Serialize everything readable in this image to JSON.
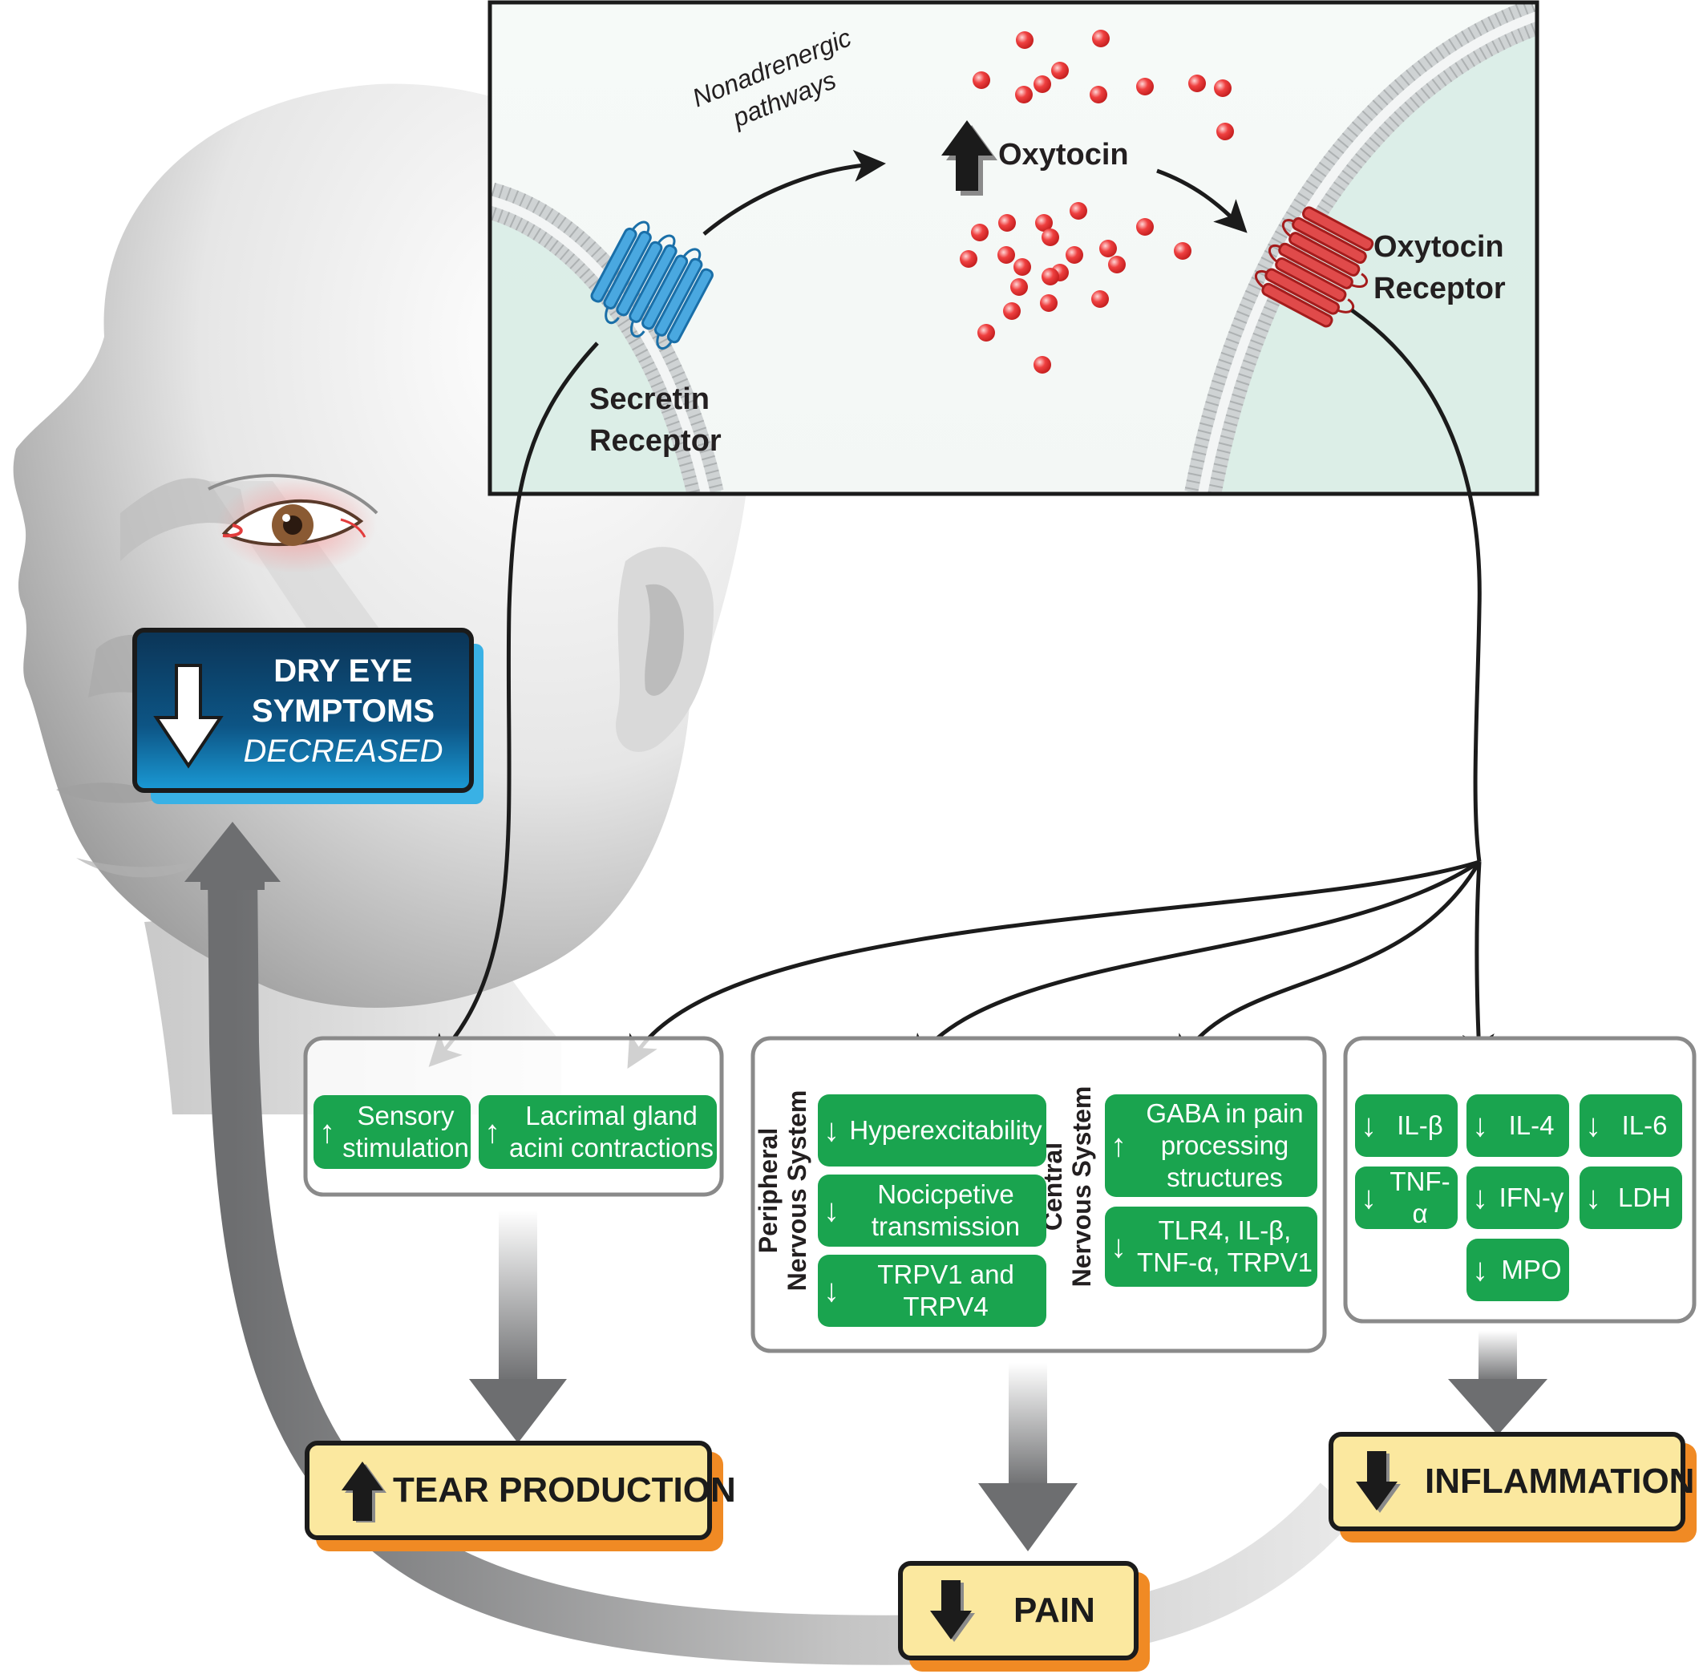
{
  "top_panel": {
    "pathway_line1": "Nonadrenergic",
    "pathway_line2": "pathways",
    "oxytocin": "Oxytocin",
    "secretin_line1": "Secretin",
    "secretin_line2": "Receptor",
    "oxytocin_receptor_line1": "Oxytocin",
    "oxytocin_receptor_line2": "Receptor"
  },
  "dry_eye": {
    "line1": "DRY EYE",
    "line2": "SYMPTOMS",
    "line3": "DECREASED"
  },
  "tear_group": {
    "items": [
      {
        "arrow": "up",
        "text": "Sensory\nstimulation"
      },
      {
        "arrow": "up",
        "text": "Lacrimal gland\nacini contractions"
      }
    ]
  },
  "nervous_group": {
    "peripheral_label": "Peripheral\nNervous System",
    "central_label": "Central\nNervous System",
    "peripheral_items": [
      {
        "arrow": "down",
        "text": "Hyperexcitability"
      },
      {
        "arrow": "down",
        "text": "Nocicpetive\ntransmission"
      },
      {
        "arrow": "down",
        "text": "TRPV1 and\nTRPV4"
      }
    ],
    "central_items": [
      {
        "arrow": "up",
        "text": "GABA in pain\nprocessing\nstructures"
      },
      {
        "arrow": "down",
        "text": "TLR4, IL-β,\nTNF-α, TRPV1"
      }
    ]
  },
  "inflammation_group": {
    "items": [
      {
        "arrow": "down",
        "text": "IL-β"
      },
      {
        "arrow": "down",
        "text": "IL-4"
      },
      {
        "arrow": "down",
        "text": "IL-6"
      },
      {
        "arrow": "down",
        "text": "TNF-α"
      },
      {
        "arrow": "down",
        "text": "IFN-γ"
      },
      {
        "arrow": "down",
        "text": "LDH"
      },
      {
        "arrow": "down",
        "text": "MPO"
      }
    ]
  },
  "outcomes": {
    "tear": {
      "arrow": "up",
      "label": "TEAR PRODUCTION"
    },
    "pain": {
      "arrow": "down",
      "label": "PAIN"
    },
    "inflammation": {
      "arrow": "down",
      "label": "INFLAMMATION"
    }
  },
  "colors": {
    "green": "#1aa44f",
    "secretin_receptor": "#2a8fd0",
    "oxytocin_receptor": "#d42b2b",
    "oxytocin_molecule": "#e33b3b",
    "outcome_fill": "#fbe89f",
    "outcome_shadow": "#f08a24",
    "dry_eye_box": "#0d3f6b"
  },
  "icons": {
    "up_arrow": "up-arrow-icon",
    "down_arrow": "down-arrow-icon"
  }
}
